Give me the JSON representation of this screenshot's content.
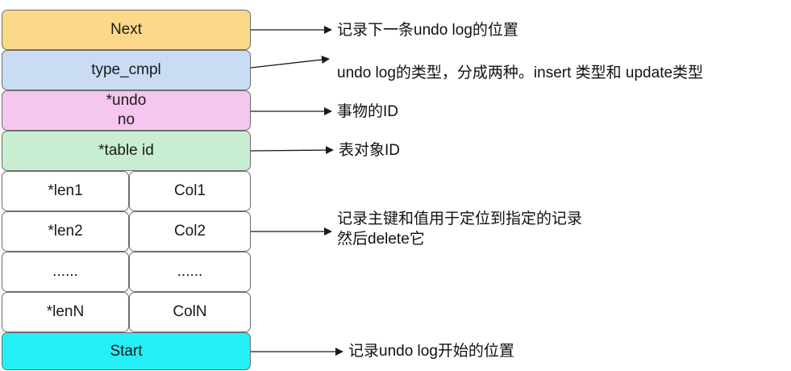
{
  "colors": {
    "next": "#fbd88a",
    "type_cmpl": "#c9dcf4",
    "undo_no": "#f5c6f0",
    "table_id": "#c9edd1",
    "plain": "#ffffff",
    "start": "#26eef7",
    "stroke": "#6e6e6e",
    "arrow": "#1a1a1a"
  },
  "fields": {
    "next": "Next",
    "type_cmpl": "type_cmpl",
    "undo_no": "*undo no",
    "table_id": "*table id",
    "rows": [
      {
        "len": "*len1",
        "col": "Col1"
      },
      {
        "len": "*len2",
        "col": "Col2"
      },
      {
        "len": "......",
        "col": "......"
      },
      {
        "len": "*lenN",
        "col": "ColN"
      }
    ],
    "start": "Start"
  },
  "notes": {
    "next": "记录下一条undo log的位置",
    "type_cmpl": "undo log的类型，分成两种。insert 类型和 update类型",
    "undo_no": "事物的ID",
    "table_id": "表对象ID",
    "cols_line1": "记录主键和值用于定位到指定的记录",
    "cols_line2": "然后delete它",
    "start": "记录undo log开始的位置"
  }
}
